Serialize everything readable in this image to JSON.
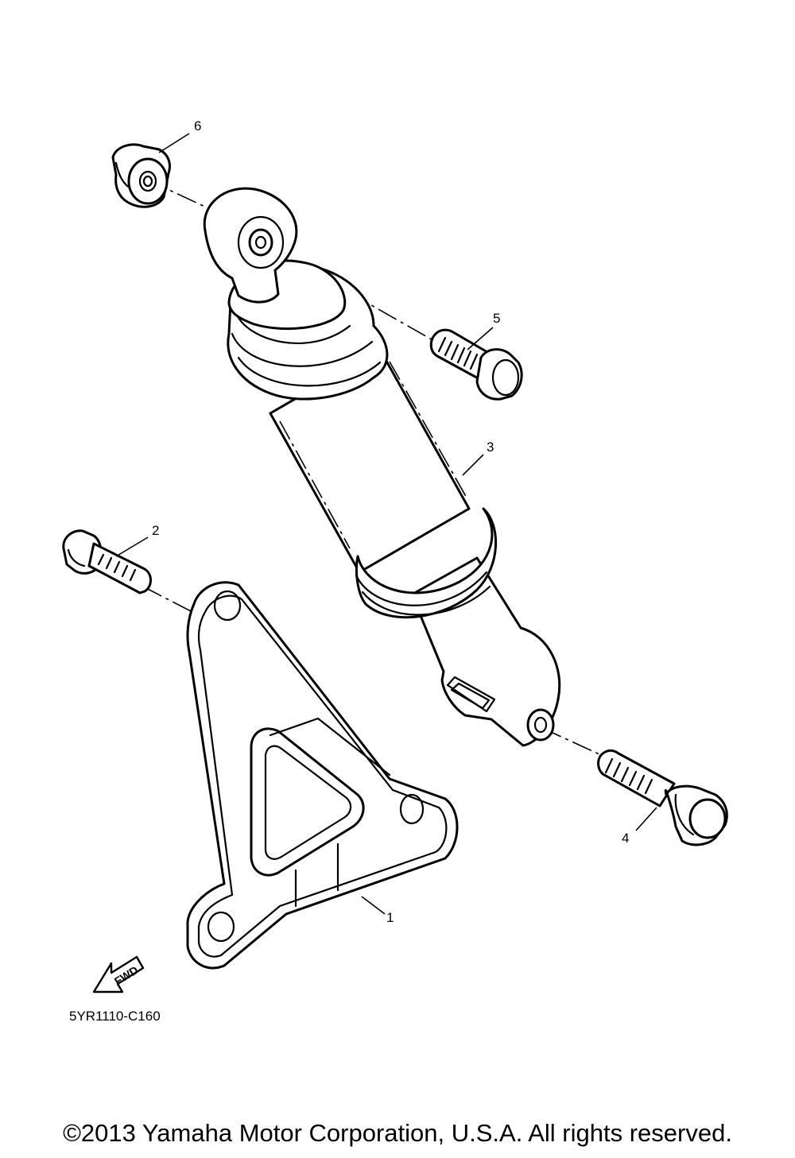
{
  "callouts": [
    "1",
    "2",
    "3",
    "4",
    "5",
    "6"
  ],
  "fwd_label": "FWD",
  "diagram_code": "5YR1110-C160",
  "copyright": "©2013 Yamaha Motor Corporation, U.S.A. All rights reserved."
}
